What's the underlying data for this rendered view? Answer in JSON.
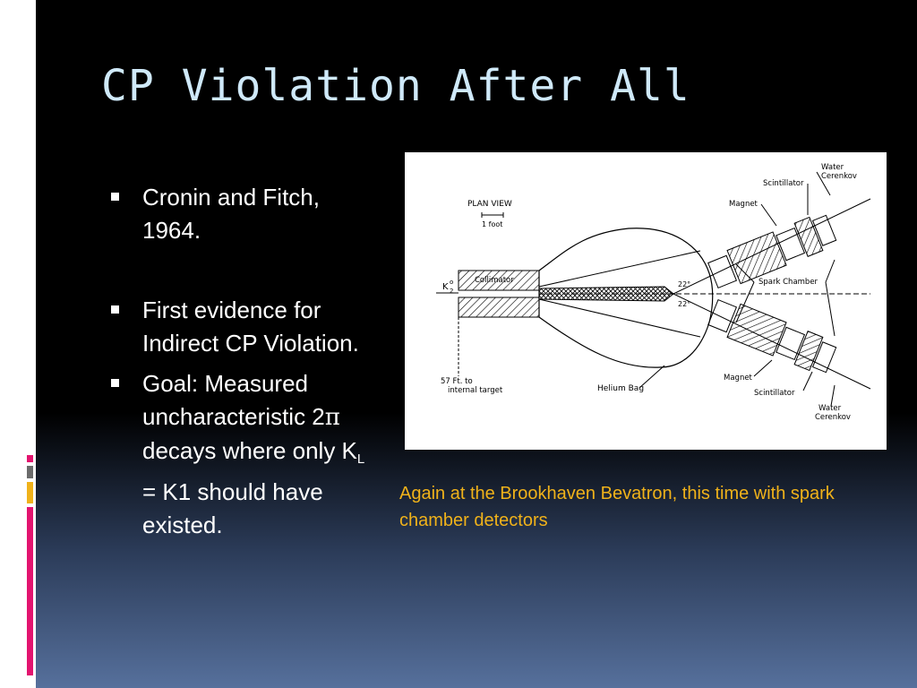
{
  "slide": {
    "title": "CP Violation After All",
    "bullets": [
      {
        "text": "Cronin and Fitch, 1964."
      },
      {
        "text": "First evidence for Indirect CP Violation."
      },
      {
        "pre": "Goal: Measured uncharacteristic 2",
        "pi": "π",
        "mid": " decays where only K",
        "sub": "L",
        "post": " = K1 should have existed."
      }
    ],
    "caption": "Again at the Brookhaven Bevatron, this time with spark chamber detectors"
  },
  "diagram": {
    "plan_view": "PLAN VIEW",
    "scale": "1 foot",
    "beam": "K",
    "beam_sub": "2",
    "beam_sup": "o",
    "collimator": "Collimator",
    "target_line1": "57 Ft. to",
    "target_line2": "internal target",
    "helium_bag": "Helium Bag",
    "angle_top": "22°",
    "angle_bottom": "22°",
    "spark_chamber": "Spark Chamber",
    "magnet_top": "Magnet",
    "magnet_bottom": "Magnet",
    "scintillator_top": "Scintillator",
    "scintillator_bottom": "Scintillator",
    "water_top_1": "Water",
    "water_top_2": "Cerenkov",
    "water_bottom_1": "Water",
    "water_bottom_2": "Cerenkov"
  },
  "colors": {
    "title": "#cfe9f9",
    "caption": "#f0b21a",
    "accent_gray": "#6b6b6b",
    "accent_gold": "#f0b21a",
    "accent_pink": "#e3146f"
  }
}
